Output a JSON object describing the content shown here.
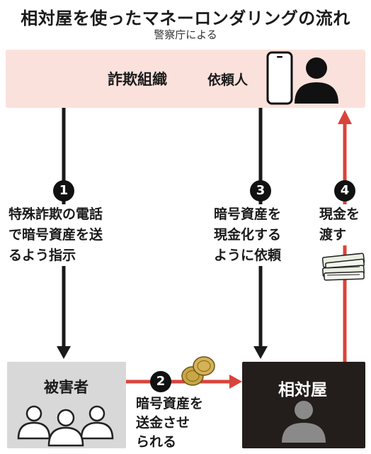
{
  "title": "相対屋を使ったマネーロンダリングの流れ",
  "source": "警察庁による",
  "nodes": {
    "fraud_org": "詐欺組織",
    "requester": "依頼人",
    "victim": "被害者",
    "broker": "相対屋"
  },
  "steps": [
    {
      "number": "1",
      "lines": [
        "特殊詐欺の電話",
        "で暗号資産を送",
        "るよう指示"
      ]
    },
    {
      "number": "2",
      "lines": [
        "暗号資産を",
        "送金させ",
        "られる"
      ]
    },
    {
      "number": "3",
      "lines": [
        "暗号資産を",
        "現金化する",
        "ように依頼"
      ]
    },
    {
      "number": "4",
      "lines": [
        "現金を",
        "渡す"
      ]
    }
  ],
  "colors": {
    "black_arrow": "#1a1a1a",
    "red_arrow": "#d8443b",
    "top_box": "#fbe1db",
    "victim_box": "#d8d8d8",
    "broker_box": "#231e1b"
  },
  "icons": [
    "smartphone-icon",
    "person-icon",
    "people-group-icon",
    "coins-icon",
    "cash-stack-icon"
  ]
}
